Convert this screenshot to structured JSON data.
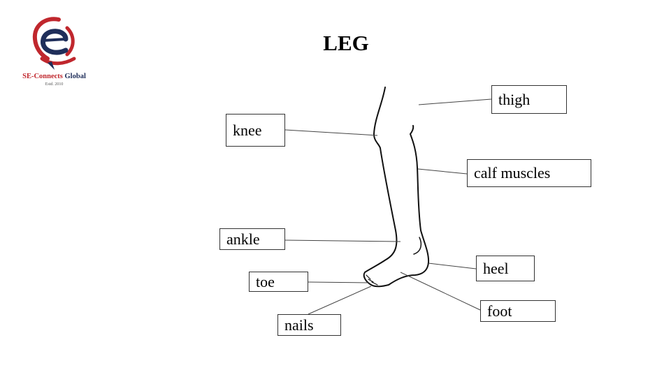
{
  "logo": {
    "name_part1": "SE-Connects",
    "name_part2": "Global",
    "estd": "Estd. 2010",
    "colors": {
      "red": "#c0272d",
      "navy": "#1f2e5a"
    }
  },
  "title": "LEG",
  "labels": {
    "thigh": "thigh",
    "knee": "knee",
    "calf_muscles": "calf muscles",
    "ankle": "ankle",
    "heel": "heel",
    "toe": "toe",
    "foot": "foot",
    "nails": "nails"
  }
}
